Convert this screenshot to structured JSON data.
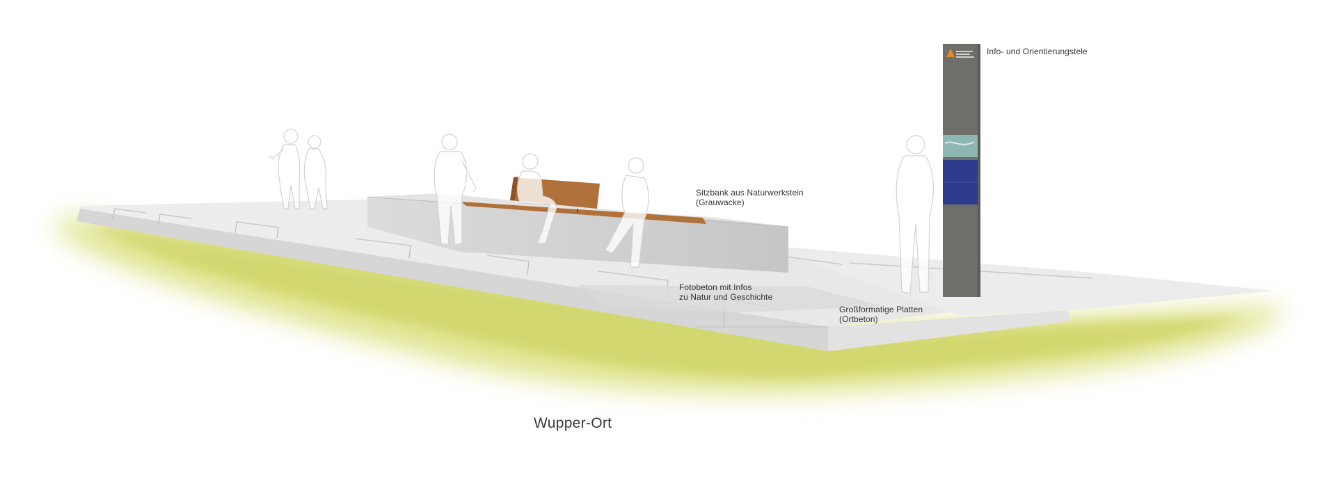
{
  "labels": {
    "stele": "Info- und Orientierungstele",
    "bench": "Sitzbank aus Naturwerkstein\n(Grauwacke)",
    "photo_concrete": "Fotobeton mit Infos\nzu Natur und Geschichte",
    "slabs": "Großformatige Platten\n(Ortbeton)"
  },
  "caption": "Wupper-Ort",
  "colors": {
    "grass": "#d6dc6a",
    "grass_light": "#eef0b8",
    "paving": "#e9e9e9",
    "curb": "#d4d4d4",
    "bench_stone": "#cfcfcf",
    "bench_wood": "#b0703a",
    "stele": "#6e6f6a",
    "stele_panel": "#2e3a8c",
    "stele_map": "#8fb7b1",
    "stele_logo": "#e08a2c"
  }
}
